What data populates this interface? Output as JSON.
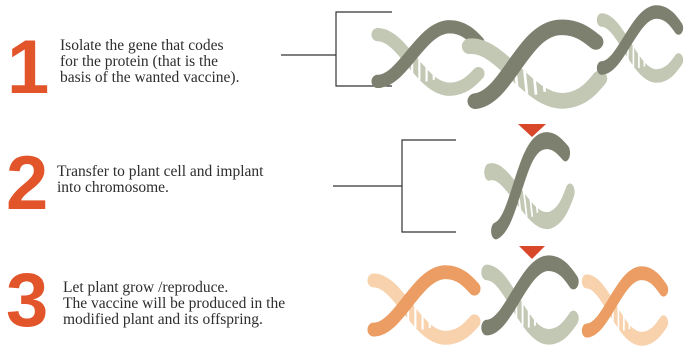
{
  "steps": [
    {
      "number": "1",
      "lines": [
        "Isolate the gene that codes",
        "for the protein (that is the",
        "basis of the wanted vaccine)."
      ]
    },
    {
      "number": "2",
      "lines": [
        "Transfer to plant cell and implant",
        "into chromosome."
      ]
    },
    {
      "number": "3",
      "lines": [
        "Let plant grow /reproduce.",
        "The vaccine will be produced in the",
        "modified plant and its offspring."
      ]
    }
  ],
  "colors": {
    "number": "#e2552b",
    "arrow": "#d9472b",
    "dna_gray_light": "#c3c8b5",
    "dna_gray_dark": "#7d806f",
    "dna_orange_light": "#f4c08f",
    "dna_orange_dark": "#e8a06a"
  }
}
